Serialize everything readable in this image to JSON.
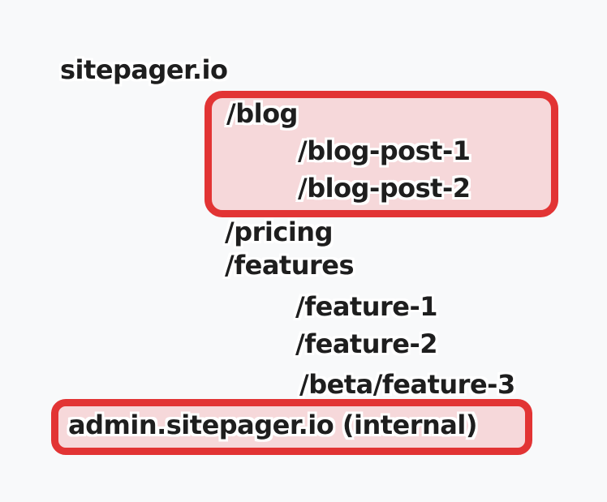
{
  "diagram": {
    "root_domain": "sitepager.io",
    "blog_group": {
      "parent": "/blog",
      "children": [
        "/blog-post-1",
        "/blog-post-2"
      ]
    },
    "paths": {
      "pricing": "/pricing",
      "features": "/features",
      "feature_1": "/feature-1",
      "feature_2": "/feature-2",
      "beta_feature_3": "/beta/feature-3"
    },
    "admin_domain": "admin.sitepager.io (internal)",
    "colors": {
      "background": "#f8f9fa",
      "highlight_border": "#e23434",
      "highlight_fill": "#f6d8da",
      "text": "#1e1e1e",
      "text_halo": "#ffffff"
    }
  }
}
